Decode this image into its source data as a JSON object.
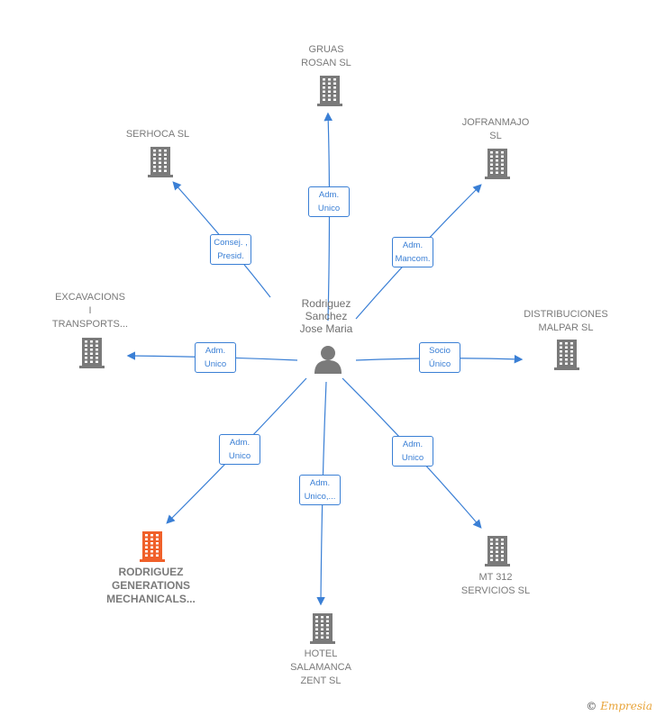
{
  "center": {
    "name": "Rodriguez\nSanchez\nJose Maria",
    "icon": "person-icon"
  },
  "colors": {
    "edge": "#3a7fd5",
    "building": "#7a7a7a",
    "highlight": "#f0602a"
  },
  "nodes": [
    {
      "id": "gruas",
      "name": "GRUAS\nROSAN  SL",
      "role": "Adm.\nUnico",
      "highlight": false
    },
    {
      "id": "serhoca",
      "name": "SERHOCA SL",
      "role": "Consej. ,\nPresid.",
      "highlight": false
    },
    {
      "id": "jofranmajo",
      "name": "JOFRANMAJO\nSL",
      "role": "Adm.\nMancom.",
      "highlight": false
    },
    {
      "id": "excavacions",
      "name": "EXCAVACIONS\nI\nTRANSPORTS...",
      "role": "Adm.\nUnico",
      "highlight": false
    },
    {
      "id": "distribuciones",
      "name": "DISTRIBUCIONES\nMALPAR  SL",
      "role": "Socio\nÚnico",
      "highlight": false
    },
    {
      "id": "rodriguez-gen",
      "name": "RODRIGUEZ\nGENERATIONS\nMECHANICALS...",
      "role": "Adm.\nUnico",
      "highlight": true
    },
    {
      "id": "hotel",
      "name": "HOTEL\nSALAMANCA\nZENT  SL",
      "role": "Adm.\nUnico,...",
      "highlight": false
    },
    {
      "id": "mt312",
      "name": "MT 312\nSERVICIOS  SL",
      "role": "Adm.\nUnico",
      "highlight": false
    }
  ],
  "footer": {
    "copyright": "©",
    "brand": "Empresia"
  }
}
